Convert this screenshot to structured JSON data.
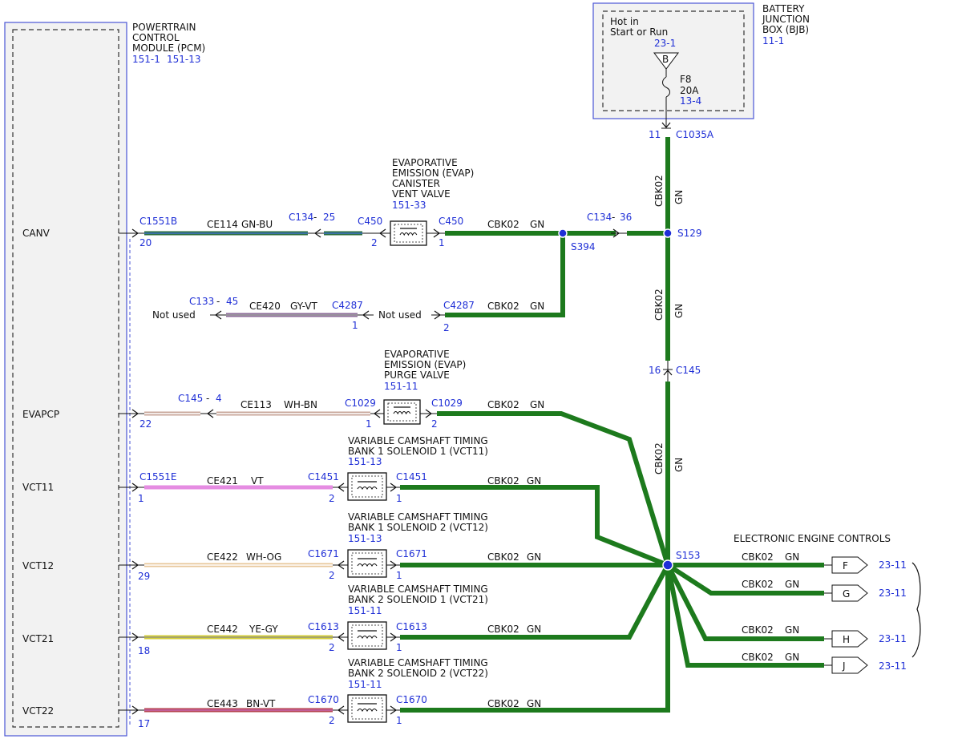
{
  "colors": {
    "gn": "#1d7a1d",
    "blue": "#1f2fd6",
    "box_fill": "#f2f2f2",
    "gn_bu": "#2b6e3e",
    "gy_vt": "#8d6c9a",
    "wh_bn": "#c8a79a",
    "vt": "#e58ce2",
    "wh_og": "#e8c79a",
    "ye_gy": "#d4cf38",
    "bn_vt": "#b5424f"
  },
  "pcm": {
    "title_lines": [
      "POWERTRAIN",
      "CONTROL",
      "MODULE (PCM)"
    ],
    "ref1": "151-1",
    "ref2": "151-13",
    "pins": [
      {
        "name": "CANV",
        "conn": "C1551B",
        "pin": "20",
        "wire": "CE114",
        "color": "GN-BU"
      },
      {
        "name": "EVAPCP",
        "conn": "C145",
        "conn_pin": "4",
        "pin": "22",
        "wire": "CE113",
        "color": "WH-BN"
      },
      {
        "name": "VCT11",
        "conn": "C1551E",
        "pin": "1",
        "wire": "CE421",
        "color": "VT"
      },
      {
        "name": "VCT12",
        "pin": "29",
        "wire": "CE422",
        "color": "WH-OG"
      },
      {
        "name": "VCT21",
        "pin": "18",
        "wire": "CE442",
        "color": "YE-GY"
      },
      {
        "name": "VCT22",
        "pin": "17",
        "wire": "CE443",
        "color": "BN-VT"
      }
    ]
  },
  "bjb": {
    "title_lines": [
      "BATTERY",
      "JUNCTION",
      "BOX (BJB)"
    ],
    "ref": "11-1",
    "hot_lines": [
      "Hot in",
      "Start or Run"
    ],
    "hot_ref": "23-1",
    "hot_letter": "B",
    "fuse": "F8",
    "fuse_rating": "20A",
    "fuse_ref": "13-4",
    "out_pin": "11",
    "out_conn": "C1035A"
  },
  "inline_connectors": {
    "c134_25": {
      "conn": "C134",
      "pin": "25"
    },
    "c134_36": {
      "conn": "C134",
      "pin": "36"
    },
    "c133_45": {
      "conn": "C133",
      "pin": "45"
    },
    "c145_16": {
      "conn": "C145",
      "pin": "16"
    }
  },
  "splices": {
    "s129": "S129",
    "s394": "S394",
    "s153": "S153"
  },
  "circuit_main": {
    "code": "CBK02",
    "color": "GN"
  },
  "components": {
    "canister_vent": {
      "title_lines": [
        "EVAPORATIVE",
        "EMISSION (EVAP)",
        "CANISTER",
        "VENT VALVE"
      ],
      "ref": "151-33",
      "conn": "C450",
      "pin_left": "2",
      "pin_right": "1"
    },
    "c4287": {
      "conn": "C4287",
      "pin_left": "1",
      "pin_right": "2",
      "wire": "CE420",
      "color": "GY-VT",
      "not_used": "Not used"
    },
    "purge_valve": {
      "title_lines": [
        "EVAPORATIVE",
        "EMISSION (EVAP)",
        "PURGE VALVE"
      ],
      "ref": "151-11",
      "conn": "C1029",
      "pin_left": "1",
      "pin_right": "2"
    },
    "vct11": {
      "title_lines": [
        "VARIABLE CAMSHAFT TIMING",
        "BANK 1 SOLENOID 1 (VCT11)"
      ],
      "ref": "151-13",
      "conn": "C1451",
      "pin_left": "2",
      "pin_right": "1"
    },
    "vct12": {
      "title_lines": [
        "VARIABLE CAMSHAFT TIMING",
        "BANK 1 SOLENOID 2 (VCT12)"
      ],
      "ref": "151-13",
      "conn": "C1671",
      "pin_left": "2",
      "pin_right": "1"
    },
    "vct21": {
      "title_lines": [
        "VARIABLE CAMSHAFT TIMING",
        "BANK 2 SOLENOID 1 (VCT21)"
      ],
      "ref": "151-11",
      "conn": "C1613",
      "pin_left": "2",
      "pin_right": "1"
    },
    "vct22": {
      "title_lines": [
        "VARIABLE CAMSHAFT TIMING",
        "BANK 2 SOLENOID 2 (VCT22)"
      ],
      "ref": "151-11",
      "conn": "C1670",
      "pin_left": "2",
      "pin_right": "1"
    }
  },
  "eec": {
    "title": "ELECTRONIC ENGINE CONTROLS",
    "outputs": [
      {
        "letter": "F",
        "ref": "23-11"
      },
      {
        "letter": "G",
        "ref": "23-11"
      },
      {
        "letter": "H",
        "ref": "23-11"
      },
      {
        "letter": "J",
        "ref": "23-11"
      }
    ]
  }
}
